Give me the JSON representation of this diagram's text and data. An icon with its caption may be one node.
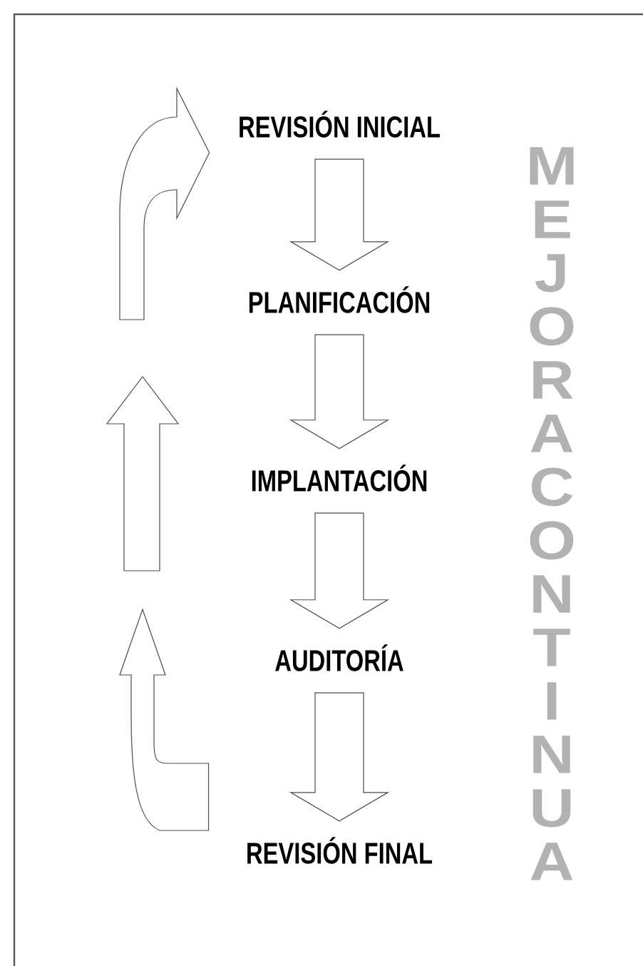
{
  "diagram": {
    "nodes": [
      {
        "text": [
          "REVISIÓN INICIAL"
        ]
      },
      {
        "text": [
          "PLANIFICACIÓN"
        ]
      },
      {
        "text": [
          "IMPLANTACIÓN"
        ]
      },
      {
        "text": [
          "AUDITORÍA"
        ]
      },
      {
        "text": [
          "REVISIÓN FINAL"
        ]
      }
    ],
    "edges": [
      {
        "from": 0,
        "to": 1,
        "arrow": "to"
      },
      {
        "from": 1,
        "to": 2,
        "arrow": "to"
      },
      {
        "from": 2,
        "to": 3,
        "arrow": "to"
      },
      {
        "from": 3,
        "to": 4,
        "arrow": "to"
      },
      {
        "from": 4,
        "to": null,
        "arrow": "to"
      },
      {
        "from": null,
        "to": 0,
        "arrow": "to"
      }
    ],
    "labels": [
      "MEJORA CONTINUA"
    ]
  }
}
